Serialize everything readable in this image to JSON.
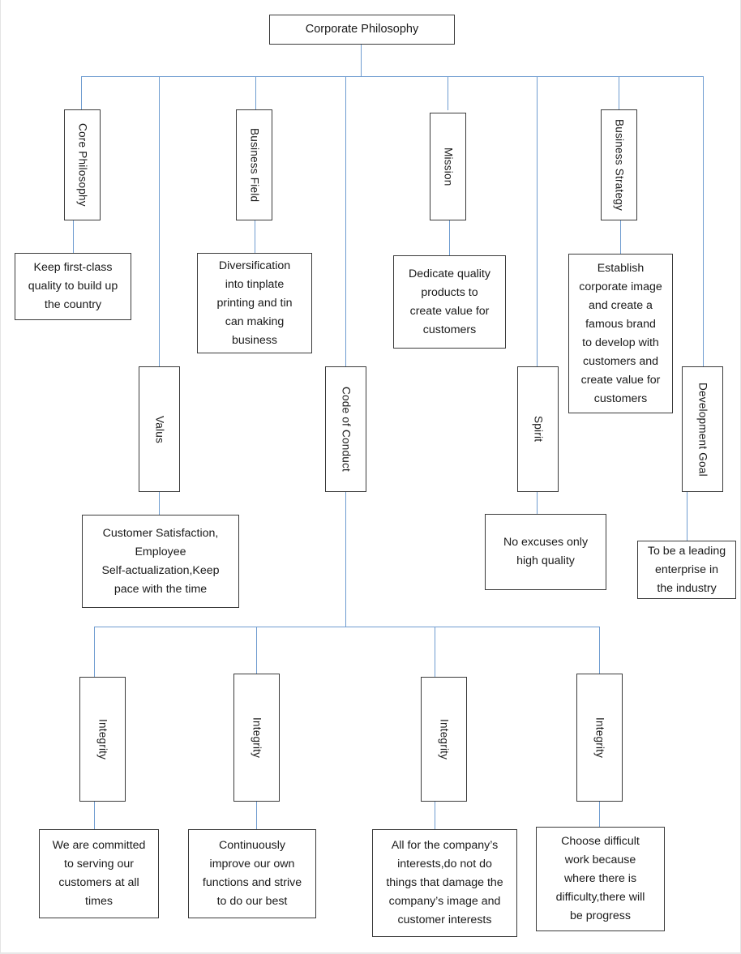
{
  "diagram": {
    "type": "organizational-tree",
    "title": "Corporate Philosophy",
    "line_color": "#6f9cd0",
    "box_border_color": "#3b3b3b",
    "background": "#ffffff",
    "root": {
      "label": "Corporate Philosophy"
    },
    "branches": [
      {
        "id": "core-philosophy",
        "header": "Core Philosophy",
        "content": "Keep first-class\nquality to build up\nthe country"
      },
      {
        "id": "valus",
        "header": "Valus",
        "content": "Customer Satisfaction,\nEmployee\nSelf-actualization,Keep\npace with the time"
      },
      {
        "id": "business-field",
        "header": "Business Field",
        "content": "Diversification\ninto tinplate\nprinting and tin\ncan making\nbusiness"
      },
      {
        "id": "code-of-conduct",
        "header": "Code of Conduct",
        "content": null
      },
      {
        "id": "mission",
        "header": "Mission",
        "content": "Dedicate quality\nproducts to\ncreate value for\ncustomers"
      },
      {
        "id": "spirit",
        "header": "Spirit",
        "content": "No excuses only\nhigh quality"
      },
      {
        "id": "business-strategy",
        "header": "Business Strategy",
        "content": "Establish\ncorporate image\nand create a\nfamous brand\nto develop with\ncustomers and\ncreate value for\ncustomers"
      },
      {
        "id": "development-goal",
        "header": "Development Goal",
        "content": "To be a leading\nenterprise in\nthe industry"
      }
    ],
    "conduct_children": [
      {
        "id": "integrity-1",
        "header": "Integrity",
        "content": "We are committed\nto serving our\ncustomers at all\ntimes"
      },
      {
        "id": "integrity-2",
        "header": "Integrity",
        "content": "Continuously\nimprove our own\nfunctions and strive\nto do our best"
      },
      {
        "id": "integrity-3",
        "header": "Integrity",
        "content": "All for the company’s\ninterests,do not do\nthings that damage the\ncompany’s image and\ncustomer interests"
      },
      {
        "id": "integrity-4",
        "header": "Integrity",
        "content": "Choose difficult\nwork because\nwhere there is\ndifficulty,there will\nbe progress"
      }
    ]
  }
}
